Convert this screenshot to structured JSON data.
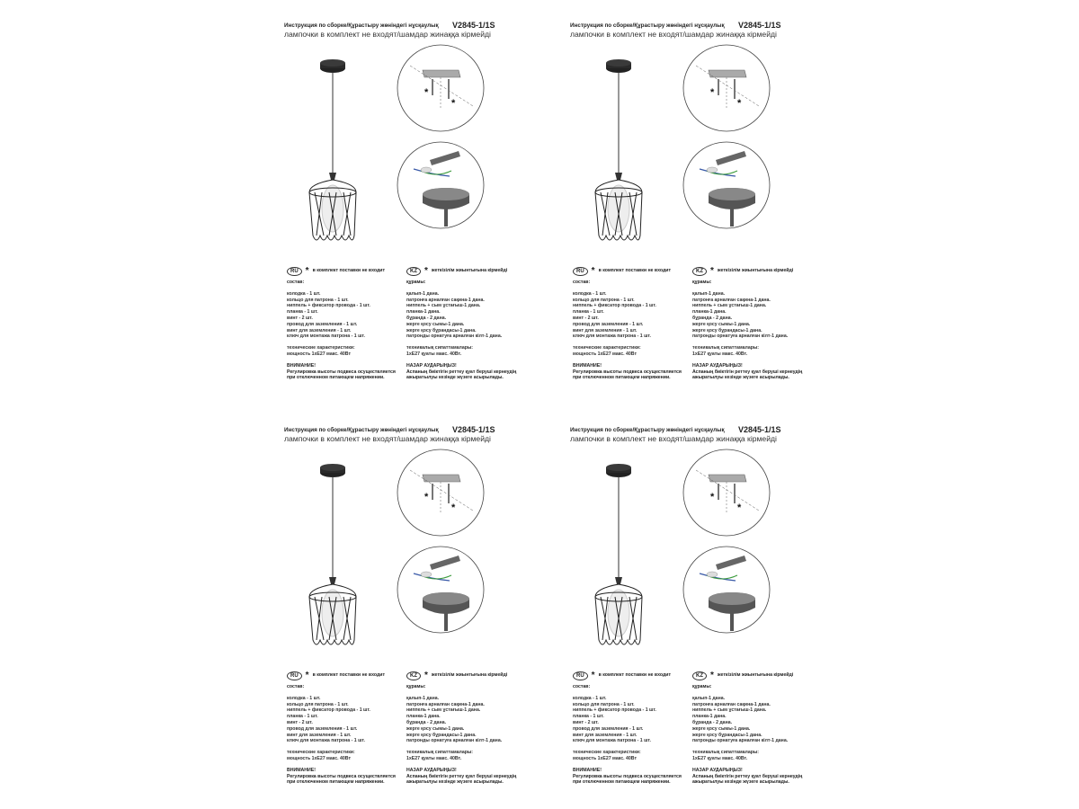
{
  "instruction": {
    "title": "Инструкция по сборке/Құрастыру жөніндегі нұсқаулық",
    "model": "V2845-1/1S",
    "subtitle": "лампочки в комплект не входят/шамдар жинаққа кірмейді",
    "asterisk": "*",
    "ru": {
      "badge": "RU",
      "note": "в комплект поставки не входит",
      "section": "состав:",
      "items": [
        "колодка - 1 шт.",
        "кольцо для патрона - 1 шт.",
        "ниппель + фиксатор провода - 1 шт.",
        "планка - 1 шт.",
        "винт - 2 шт.",
        "провод для заземления - 1 шт.",
        "винт для заземления - 1 шт.",
        "ключ для монтажа патрона - 1 шт."
      ],
      "tech_label": "технические характеристики:",
      "tech_value": "мощность 1хЕ27 макс. 40Вт",
      "warning_title": "ВНИМАНИЕ!",
      "warning_lines": [
        "Регулировка высоты подвеса осуществляется",
        "при отключенном питающем напряжении."
      ]
    },
    "kz": {
      "badge": "KZ",
      "note": "жеткізілім жиынтығына кірмейді",
      "section": "құрамы:",
      "items": [
        "қалып-1 дана.",
        "патронға арналған сақина-1 дана.",
        "ниппель + сым ұстағыш-1 дана.",
        "планка-1 дана.",
        "бұранда - 2 дана.",
        "жерге қосу сымы-1 дана.",
        "жерге қосу бұрандасы-1 дана.",
        "патронды орнатуға арналған кілт-1 дана."
      ],
      "tech_label": "техникалық сипаттамалары:",
      "tech_value": "1хЕ27 қуаты макс. 40Вт.",
      "warning_title": "НАЗАР АУДАРЫҢЫЗ!",
      "warning_lines": [
        "Аспаның биіктігін реттеу қуат беруші кернеудің",
        "ажыратылуы кезінде жүзеге асырылады."
      ]
    }
  }
}
